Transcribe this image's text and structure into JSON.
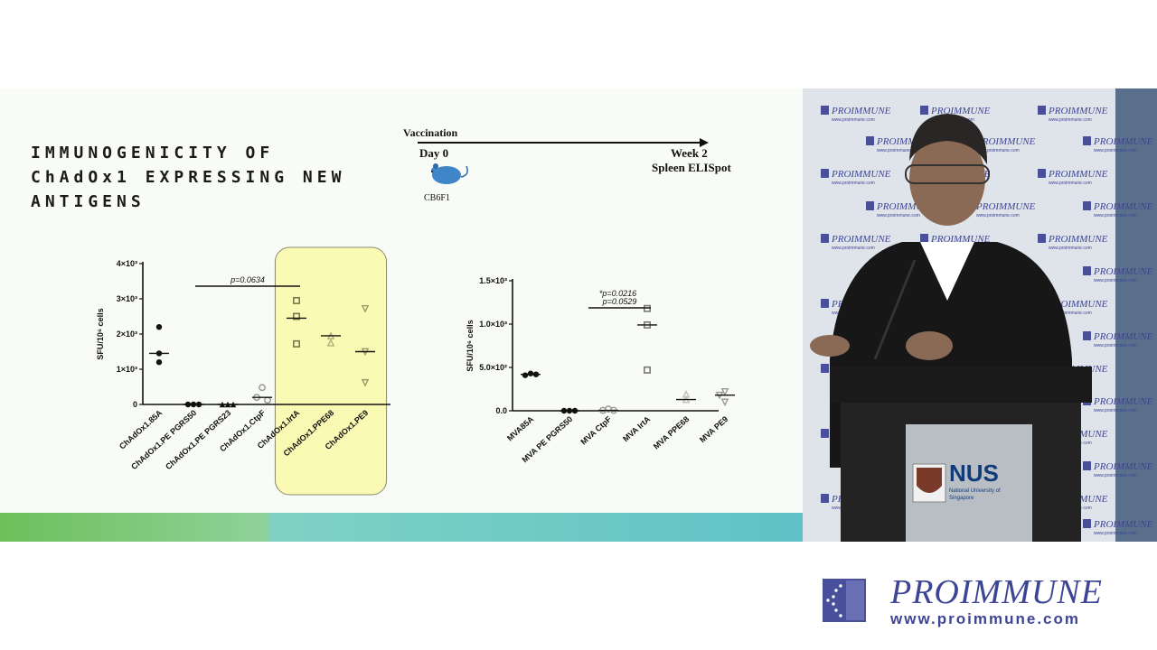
{
  "slide": {
    "title": "IMMUNOGENICITY OF\nChAdOx1 EXPRESSING NEW\nANTIGENS",
    "timeline": {
      "vaccination_label": "Vaccination",
      "start_label": "Day 0",
      "end_label": "Week 2",
      "readout_label": "Spleen ELISpot",
      "mouse_label": "CB6F1"
    }
  },
  "chart_data": [
    {
      "type": "scatter",
      "title": "",
      "ylabel": "SFU/10⁶ cells",
      "ylim": [
        0,
        4000
      ],
      "yticks": [
        0,
        1000,
        2000,
        3000,
        4000
      ],
      "ytick_labels": [
        "0",
        "1×10³",
        "2×10³",
        "3×10³",
        "4×10³"
      ],
      "categories": [
        "ChAdOx1.85A",
        "ChAdOx1.PE PGRS50",
        "ChAdOx1.PE PGRS23",
        "ChAdOx1.CtpF",
        "ChAdOx1.IrtA",
        "ChAdOx1.PPE68",
        "ChAdOx1.PE9"
      ],
      "highlighted_categories": [
        "ChAdOx1.IrtA",
        "ChAdOx1.PPE68",
        "ChAdOx1.PE9"
      ],
      "series": [
        {
          "category": "ChAdOx1.85A",
          "marker": "circle",
          "color": "#111111",
          "points": [
            2200,
            1450,
            1200
          ],
          "median": 1450
        },
        {
          "category": "ChAdOx1.PE PGRS50",
          "marker": "circle",
          "color": "#111111",
          "points": [
            0,
            0,
            0
          ],
          "median": 0
        },
        {
          "category": "ChAdOx1.PE PGRS23",
          "marker": "triangle",
          "color": "#111111",
          "points": [
            0,
            0,
            0
          ],
          "median": 0
        },
        {
          "category": "ChAdOx1.CtpF",
          "marker": "circle-open",
          "color": "#9a9a9a",
          "points": [
            480,
            200,
            120
          ],
          "median": 200
        },
        {
          "category": "ChAdOx1.IrtA",
          "marker": "square-open",
          "color": "#7a7a4a",
          "points": [
            2950,
            2500,
            1720
          ],
          "median": 2450
        },
        {
          "category": "ChAdOx1.PPE68",
          "marker": "triangle-open",
          "color": "#b0b07a",
          "points": [
            1950,
            1750
          ],
          "median": 1950
        },
        {
          "category": "ChAdOx1.PE9",
          "marker": "triangle-down-open",
          "color": "#9a9a6a",
          "points": [
            2720,
            1500,
            620
          ],
          "median": 1500
        }
      ],
      "annotations": [
        {
          "text": "p=0.0634",
          "from": "ChAdOx1.85A",
          "to": "ChAdOx1.IrtA"
        }
      ]
    },
    {
      "type": "scatter",
      "title": "",
      "ylabel": "SFU/10⁶ cells",
      "ylim": [
        0,
        1500
      ],
      "yticks": [
        0,
        500,
        1000,
        1500
      ],
      "ytick_labels": [
        "0.0",
        "5.0×10²",
        "1.0×10³",
        "1.5×10³"
      ],
      "categories": [
        "MVA85A",
        "MVA PE PGRS50",
        "MVA CtpF",
        "MVA IrtA",
        "MVA PPE68",
        "MVA PE9"
      ],
      "series": [
        {
          "category": "MVA85A",
          "marker": "circle",
          "color": "#111111",
          "points": [
            430,
            410,
            420
          ],
          "median": 420
        },
        {
          "category": "MVA PE PGRS50",
          "marker": "circle",
          "color": "#111111",
          "points": [
            0,
            0,
            0
          ],
          "median": 0
        },
        {
          "category": "MVA CtpF",
          "marker": "circle-open",
          "color": "#9a9a9a",
          "points": [
            20,
            5,
            5
          ],
          "median": 5
        },
        {
          "category": "MVA IrtA",
          "marker": "square-open",
          "color": "#7a7a7a",
          "points": [
            1180,
            990,
            470
          ],
          "median": 990
        },
        {
          "category": "MVA PPE68",
          "marker": "triangle-open",
          "color": "#bdbdbd",
          "points": [
            190,
            130
          ],
          "median": 130
        },
        {
          "category": "MVA PE9",
          "marker": "triangle-down-open",
          "color": "#9a9a9a",
          "points": [
            220,
            180,
            100
          ],
          "median": 180
        }
      ],
      "annotations": [
        {
          "text": "p=0.0529",
          "from": "MVA PE PGRS50",
          "to": "MVA IrtA"
        },
        {
          "text": "*p=0.0216",
          "from": "MVA PE PGRS50",
          "to": "MVA IrtA"
        }
      ]
    }
  ],
  "video": {
    "backdrop_brand": "PROIMMUNE",
    "backdrop_url": "www.proimmune.com",
    "podium_logo": "NUS",
    "podium_subtext": "National University of Singapore"
  },
  "logo": {
    "name": "PROIMMUNE",
    "url": "www.proimmune.com"
  },
  "colors": {
    "highlight_box": "#fafab4",
    "brand_blue": "#3d4594",
    "band_green": "#6cc05a",
    "band_teal": "#5fc2c6"
  }
}
